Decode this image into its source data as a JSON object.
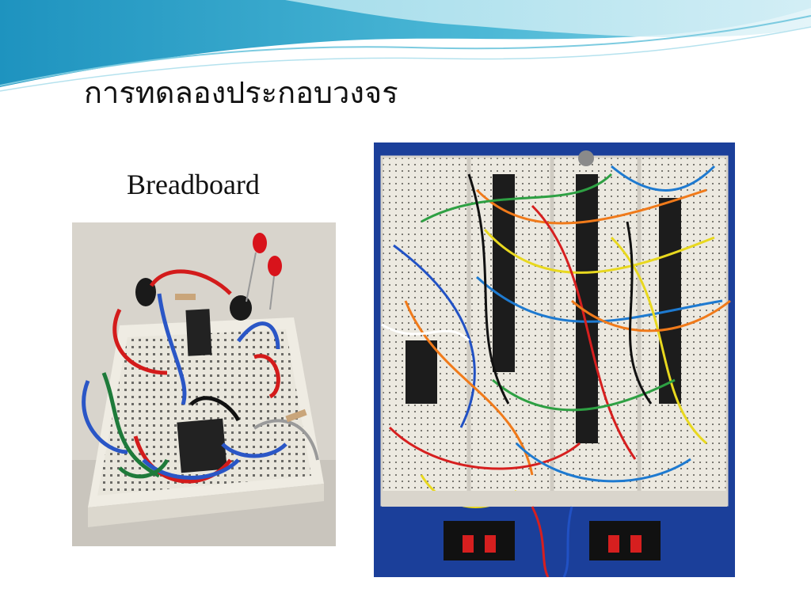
{
  "slide": {
    "title": "การทดลองประกอบวงจร",
    "subtitle": "Breadboard"
  },
  "images": {
    "left": {
      "subject": "small breadboard with two red LEDs, ICs, resistors and red/blue/green/black jumper wires"
    },
    "right": {
      "subject": "large breadboard array on blue base with many ICs, colorful wires and two speaker terminal connectors"
    }
  },
  "colors": {
    "wave_dark": "#2aa0c8",
    "wave_light": "#a9dde9",
    "right_photo_base": "#1b3f9a",
    "breadboard": "#ece9e0"
  },
  "icons": [
    "wave-decoration"
  ]
}
